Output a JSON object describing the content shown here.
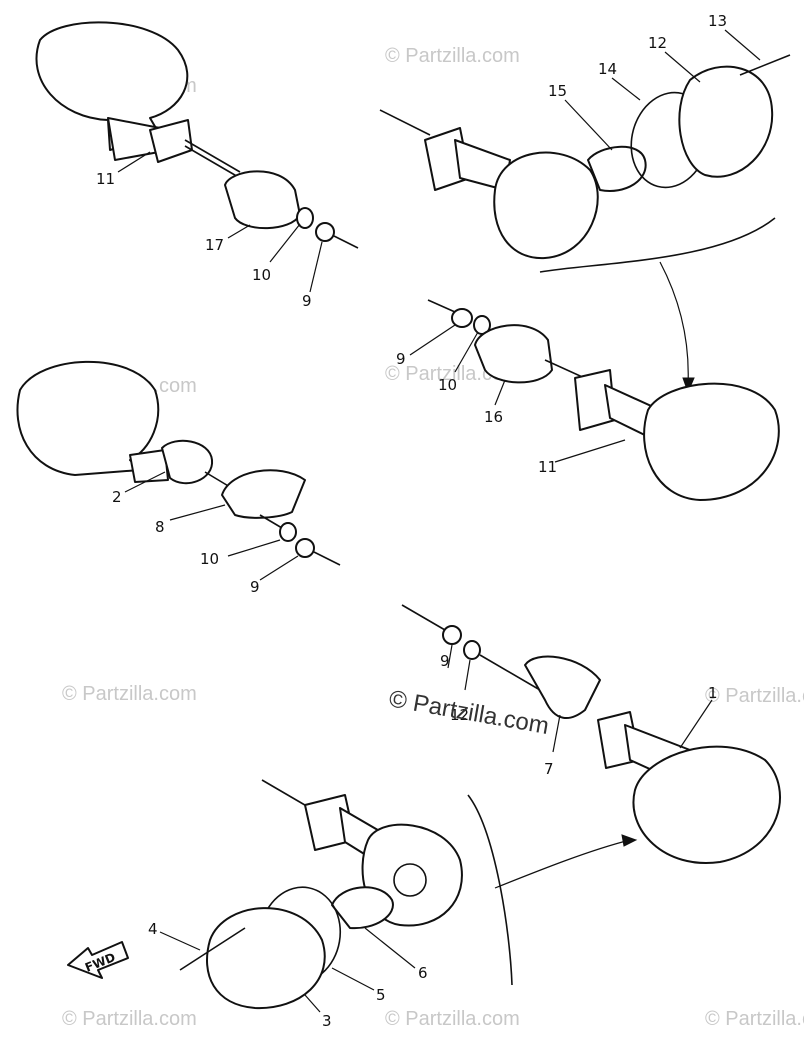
{
  "watermark": {
    "text": "© Partzilla.com",
    "center_text": "© Partzilla.com"
  },
  "direction_label": "FWD",
  "callouts": [
    {
      "id": "c11a",
      "label": "11"
    },
    {
      "id": "c17",
      "label": "17"
    },
    {
      "id": "c10a",
      "label": "10"
    },
    {
      "id": "c9a",
      "label": "9"
    },
    {
      "id": "c13",
      "label": "13"
    },
    {
      "id": "c12",
      "label": "12"
    },
    {
      "id": "c14",
      "label": "14"
    },
    {
      "id": "c15",
      "label": "15"
    },
    {
      "id": "c9b",
      "label": "9"
    },
    {
      "id": "c10b",
      "label": "10"
    },
    {
      "id": "c16",
      "label": "16"
    },
    {
      "id": "c11b",
      "label": "11"
    },
    {
      "id": "c2",
      "label": "2"
    },
    {
      "id": "c8",
      "label": "8"
    },
    {
      "id": "c10c",
      "label": "10"
    },
    {
      "id": "c9c",
      "label": "9"
    },
    {
      "id": "c9d",
      "label": "9"
    },
    {
      "id": "c12b",
      "label": "12"
    },
    {
      "id": "c7",
      "label": "7"
    },
    {
      "id": "c1",
      "label": "1"
    },
    {
      "id": "c4",
      "label": "4"
    },
    {
      "id": "c6",
      "label": "6"
    },
    {
      "id": "c5",
      "label": "5"
    },
    {
      "id": "c3",
      "label": "3"
    }
  ]
}
